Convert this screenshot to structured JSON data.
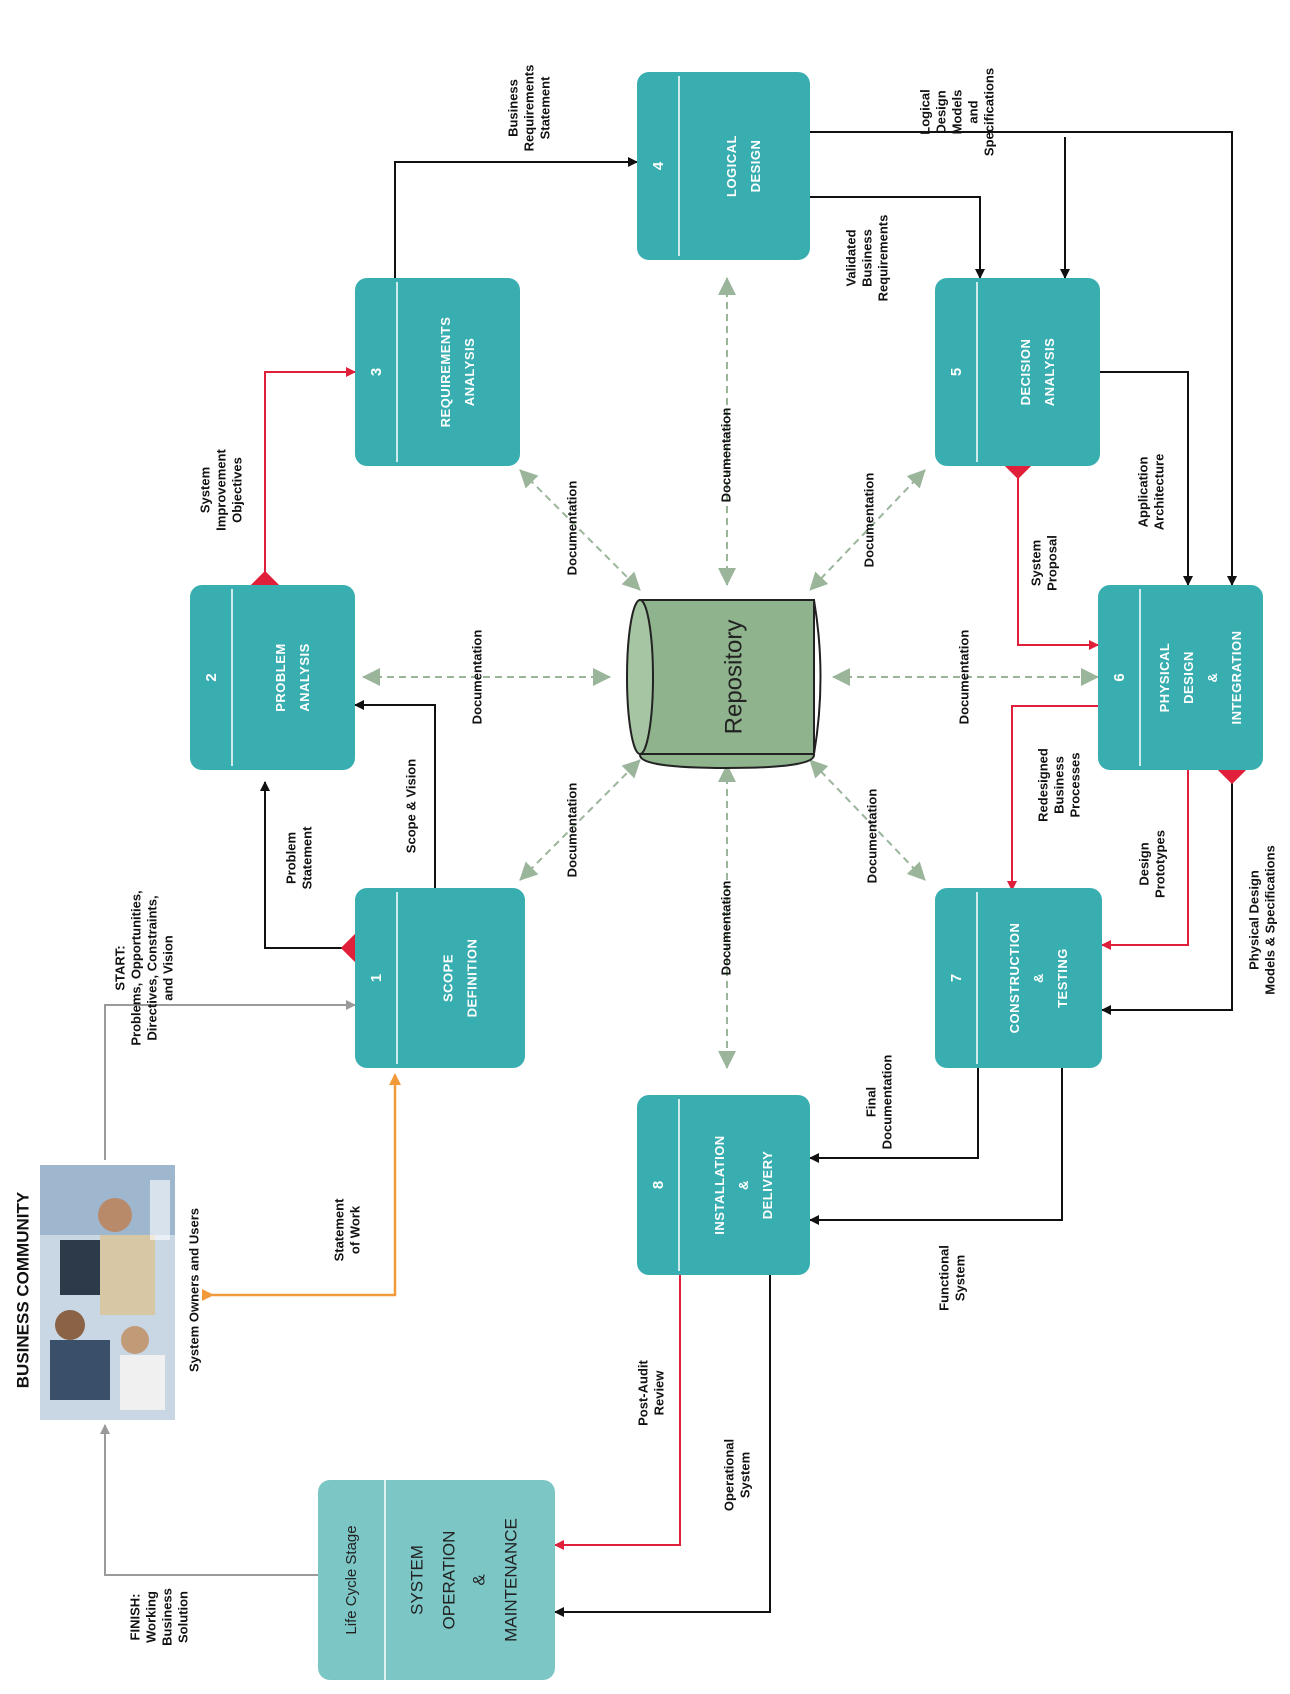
{
  "business_community": {
    "title": "BUSINESS COMMUNITY",
    "caption": "System Owners and Users"
  },
  "repository": "Repository",
  "phases": [
    {
      "number": "1",
      "name": [
        "SCOPE",
        "DEFINITION"
      ]
    },
    {
      "number": "2",
      "name": [
        "PROBLEM",
        "ANALYSIS"
      ]
    },
    {
      "number": "3",
      "name": [
        "REQUIREMENTS",
        "ANALYSIS"
      ]
    },
    {
      "number": "4",
      "name": [
        "LOGICAL",
        "DESIGN"
      ]
    },
    {
      "number": "5",
      "name": [
        "DECISION",
        "ANALYSIS"
      ]
    },
    {
      "number": "6",
      "name": [
        "PHYSICAL",
        "DESIGN",
        "&",
        "INTEGRATION"
      ]
    },
    {
      "number": "7",
      "name": [
        "CONSTRUCTION",
        "&",
        "TESTING"
      ]
    },
    {
      "number": "8",
      "name": [
        "INSTALLATION",
        "&",
        "DELIVERY"
      ]
    }
  ],
  "operation_box": {
    "header": "Life Cycle Stage",
    "name": [
      "SYSTEM",
      "OPERATION",
      "&",
      "MAINTENANCE"
    ]
  },
  "labels": {
    "documentation": "Documentation",
    "start": [
      "START:",
      "Problems, Opportunities,",
      "Directives, Constraints,",
      "and Vision"
    ],
    "finish": [
      "FINISH:",
      "Working",
      "Business",
      "Solution"
    ],
    "statement_of_work": [
      "Statement",
      "of Work"
    ],
    "problem_statement": [
      "Problem",
      "Statement"
    ],
    "scope_vision": [
      "Scope & Vision"
    ],
    "system_improvement": [
      "System",
      "Improvement",
      "Objectives"
    ],
    "business_requirements": [
      "Business",
      "Requirements",
      "Statement"
    ],
    "logical_design_models": [
      "Logical",
      "Design",
      "Models",
      "and",
      "Specifications"
    ],
    "validated_requirements": [
      "Validated",
      "Business",
      "Requirements"
    ],
    "application_architecture": [
      "Application",
      "Architecture"
    ],
    "system_proposal": [
      "System",
      "Proposal"
    ],
    "redesigned_processes": [
      "Redesigned",
      "Business",
      "Processes"
    ],
    "design_prototypes": [
      "Design",
      "Prototypes"
    ],
    "physical_design_models": [
      "Physical Design",
      "Models & Specifications"
    ],
    "final_documentation": [
      "Final",
      "Documentation"
    ],
    "functional_system": [
      "Functional",
      "System"
    ],
    "post_audit": [
      "Post-Audit",
      "Review"
    ],
    "operational_system": [
      "Operational",
      "System"
    ]
  },
  "colors": {
    "phase_box": "#38aeb1",
    "operation_box": "#7cc6c6",
    "repository_fill": "#8fb38c",
    "documentation_arrow": "#9bb59b",
    "primary_flow": "#111111",
    "decision_flow": "#e0203a",
    "statement_of_work_flow": "#f29a3a",
    "community_flow": "#9a9a9a"
  }
}
